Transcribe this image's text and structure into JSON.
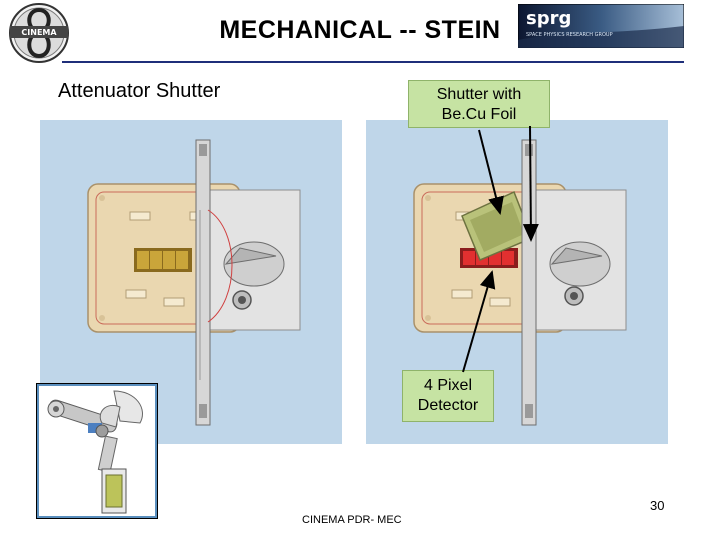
{
  "slide": {
    "title": "MECHANICAL -- STEIN",
    "subtitle": "Attenuator Shutter",
    "callout_top": [
      "Shutter with",
      "Be.Cu Foil"
    ],
    "callout_bottom": [
      "4 Pixel",
      "Detector"
    ],
    "page_number": "30",
    "footer": "CINEMA PDR- MEC"
  },
  "logos": {
    "left": {
      "text": "CINEMA"
    },
    "right": {
      "text": "sprg",
      "tagline": "SPACE PHYSICS RESEARCH GROUP"
    }
  },
  "colors": {
    "title_rule": "#1f2f7a",
    "callout_fill": "#c6e3a3",
    "render_background": "#b5cfe4",
    "board": "#ead7b0",
    "detector_yellow": "#caa53a",
    "detector_red": "#e23030",
    "foil_green": "#b9c27a"
  }
}
